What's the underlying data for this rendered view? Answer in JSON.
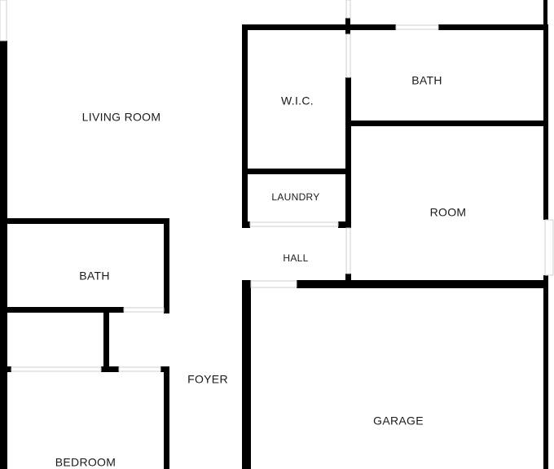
{
  "plan": {
    "wall_color": "#000000",
    "background_color": "#ffffff",
    "rooms": {
      "living_room": "LIVING ROOM",
      "wic": "W.I.C.",
      "bath_upper": "BATH",
      "laundry": "LAUNDRY",
      "room": "ROOM",
      "hall": "HALL",
      "bath_lower": "BATH",
      "foyer": "FOYER",
      "garage": "GARAGE",
      "bedroom": "BEDROOM"
    }
  }
}
